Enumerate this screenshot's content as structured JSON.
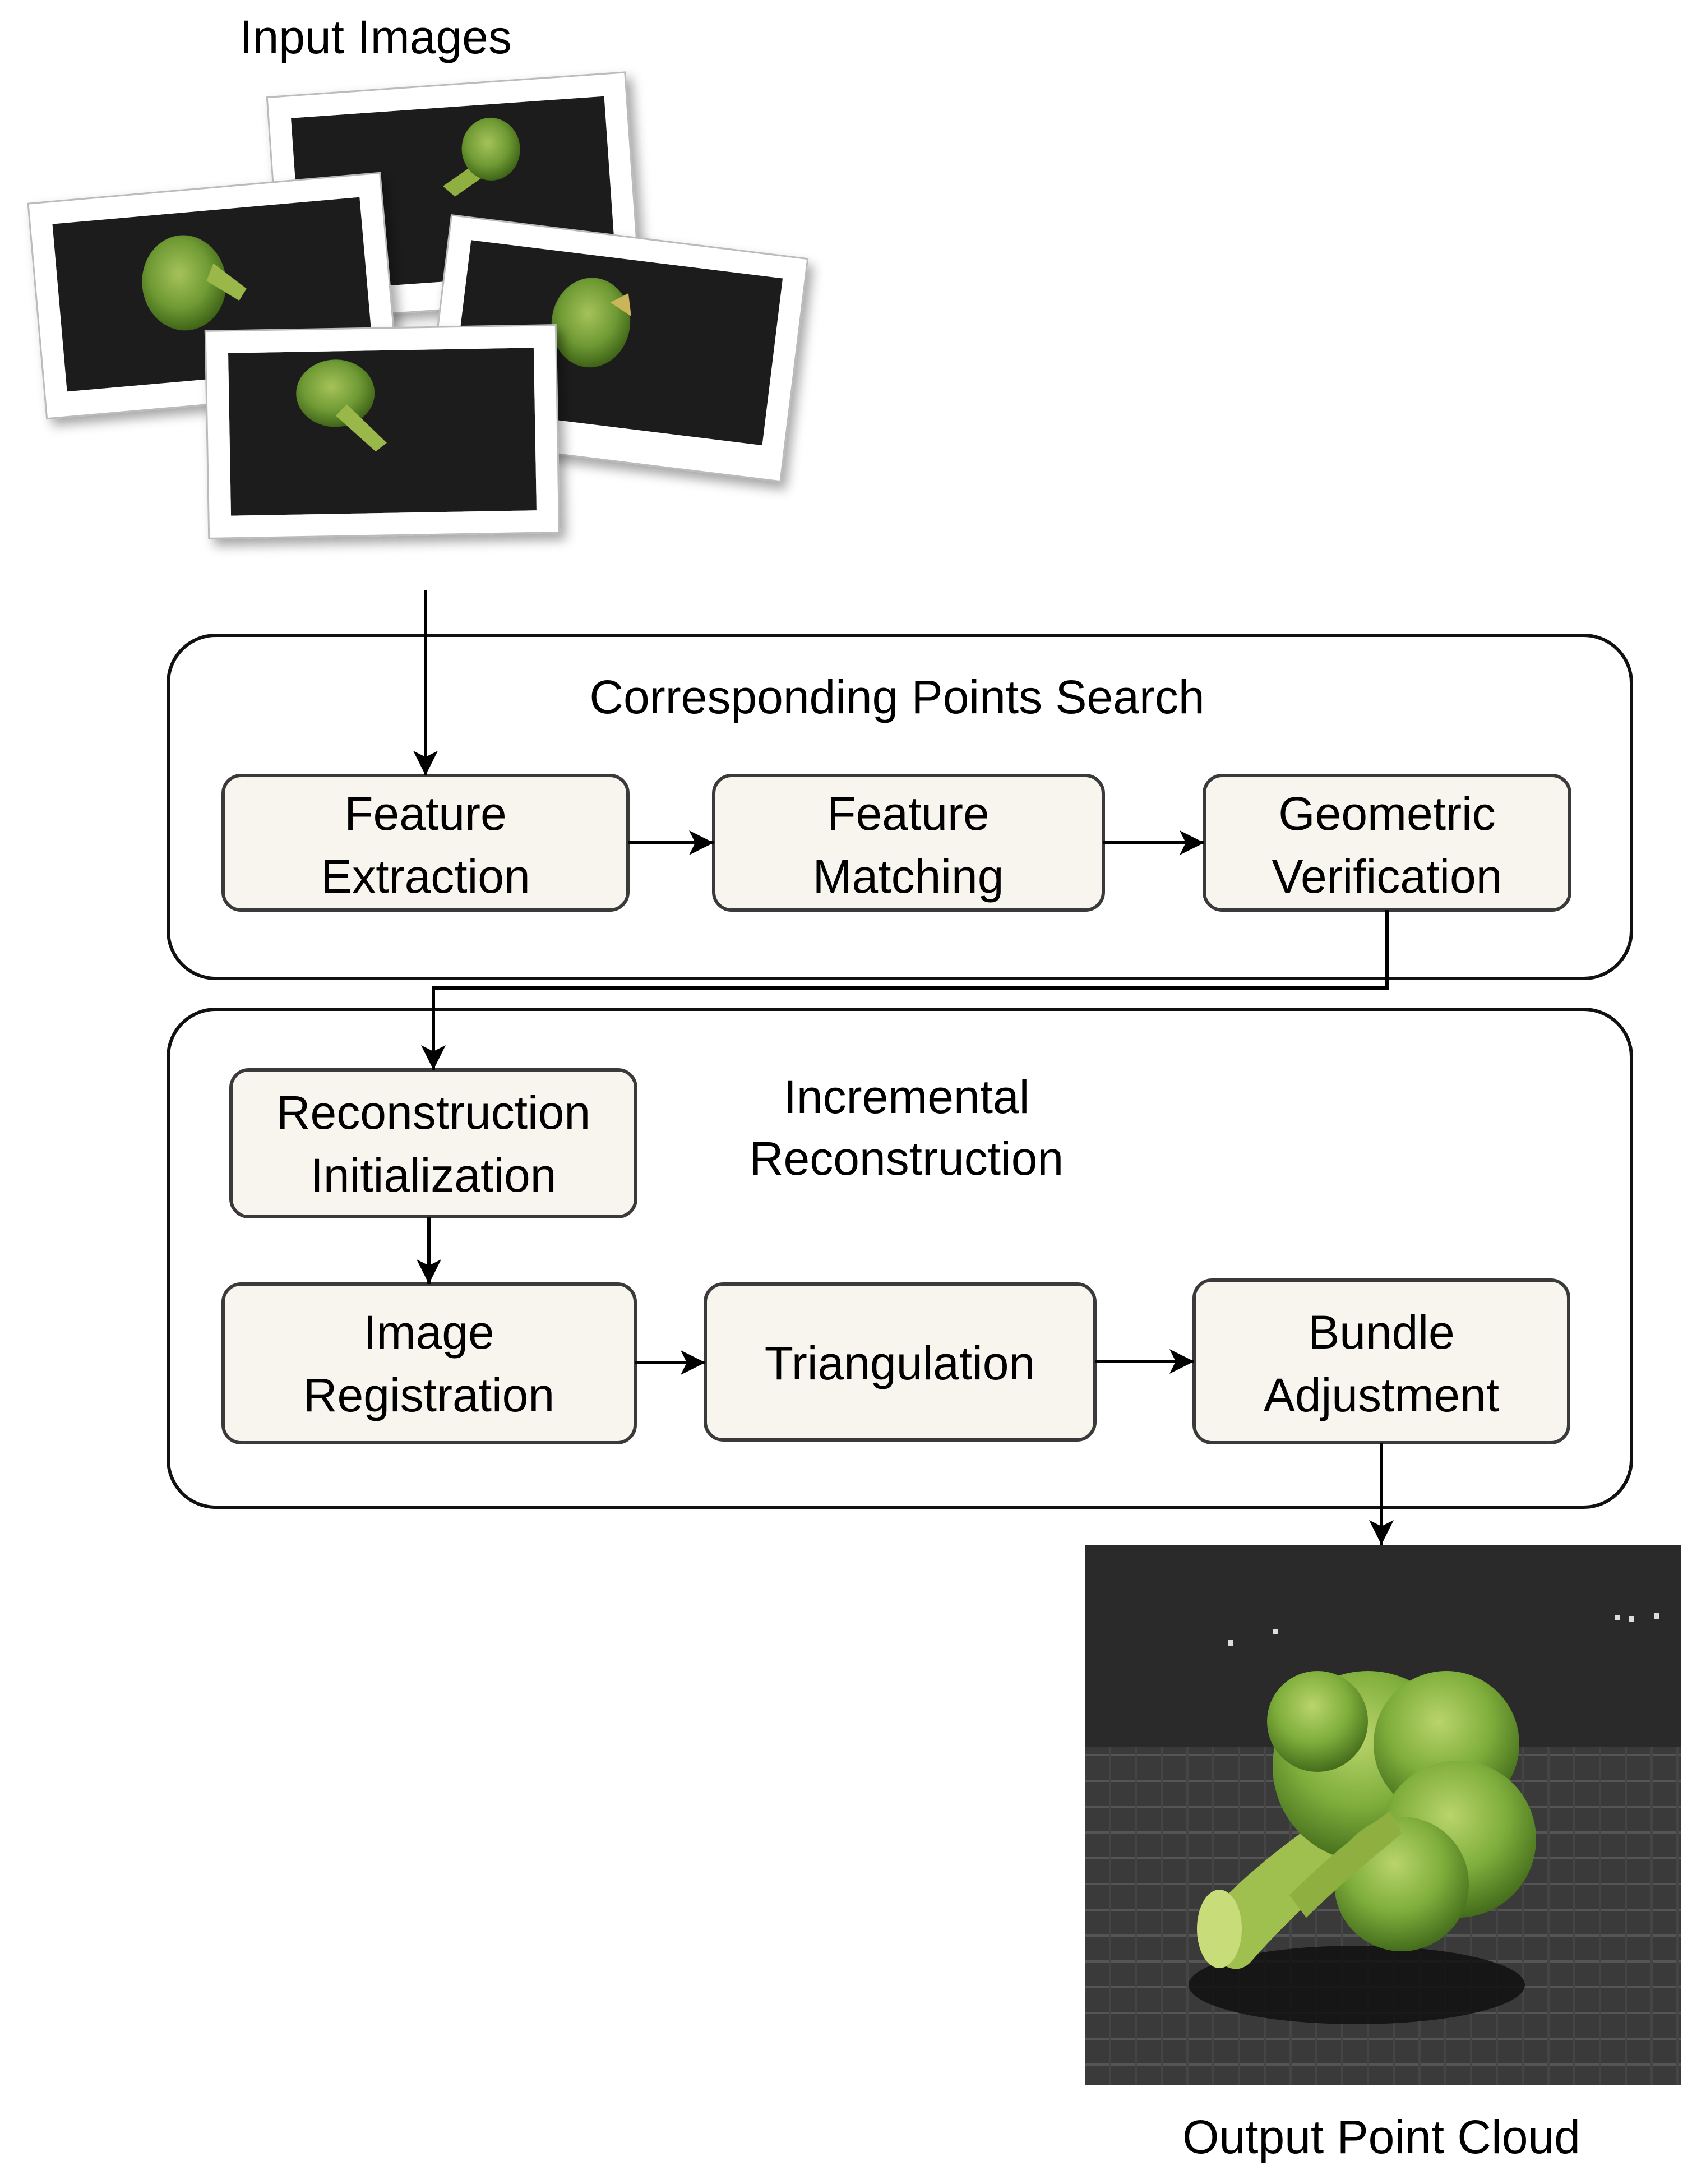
{
  "labels": {
    "input_images": "Input Images",
    "output_point_cloud": "Output Point Cloud"
  },
  "groups": {
    "correspondence": {
      "title": "Corresponding Points Search"
    },
    "incremental": {
      "title_line1": "Incremental",
      "title_line2": "Reconstruction"
    }
  },
  "nodes": {
    "feature_extraction": [
      "Feature",
      "Extraction"
    ],
    "feature_matching": [
      "Feature",
      "Matching"
    ],
    "geometric_verification": [
      "Geometric",
      "Verification"
    ],
    "reconstruction_initialization": [
      "Reconstruction",
      "Initialization"
    ],
    "image_registration": [
      "Image",
      "Registration"
    ],
    "triangulation": [
      "Triangulation"
    ],
    "bundle_adjustment": [
      "Bundle",
      "Adjustment"
    ]
  },
  "edges": [
    {
      "from": "input_images",
      "to": "feature_extraction"
    },
    {
      "from": "feature_extraction",
      "to": "feature_matching"
    },
    {
      "from": "feature_matching",
      "to": "geometric_verification"
    },
    {
      "from": "geometric_verification",
      "to": "reconstruction_initialization"
    },
    {
      "from": "reconstruction_initialization",
      "to": "image_registration"
    },
    {
      "from": "image_registration",
      "to": "triangulation"
    },
    {
      "from": "triangulation",
      "to": "bundle_adjustment"
    },
    {
      "from": "bundle_adjustment",
      "to": "output_point_cloud"
    }
  ],
  "colors": {
    "box_fill": "#f7f5ee",
    "box_stroke": "#3a3a3a",
    "photo_background": "#1b1b1b",
    "broccoli": "#6f9a34",
    "point_cloud_background": "#2a2a2a"
  }
}
